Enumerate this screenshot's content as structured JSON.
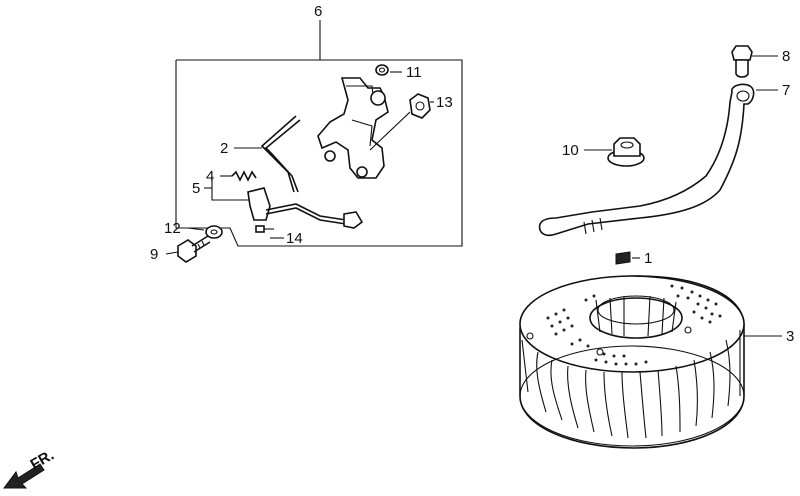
{
  "callouts": {
    "c1": "1",
    "c2": "2",
    "c3": "3",
    "c4": "4",
    "c5": "5",
    "c6": "6",
    "c7": "7",
    "c8": "8",
    "c9": "9",
    "c10": "10",
    "c11": "11",
    "c12": "12",
    "c13": "13",
    "c14": "14"
  },
  "direction": {
    "label": "FR.",
    "icon": "front-direction-arrow-icon"
  }
}
